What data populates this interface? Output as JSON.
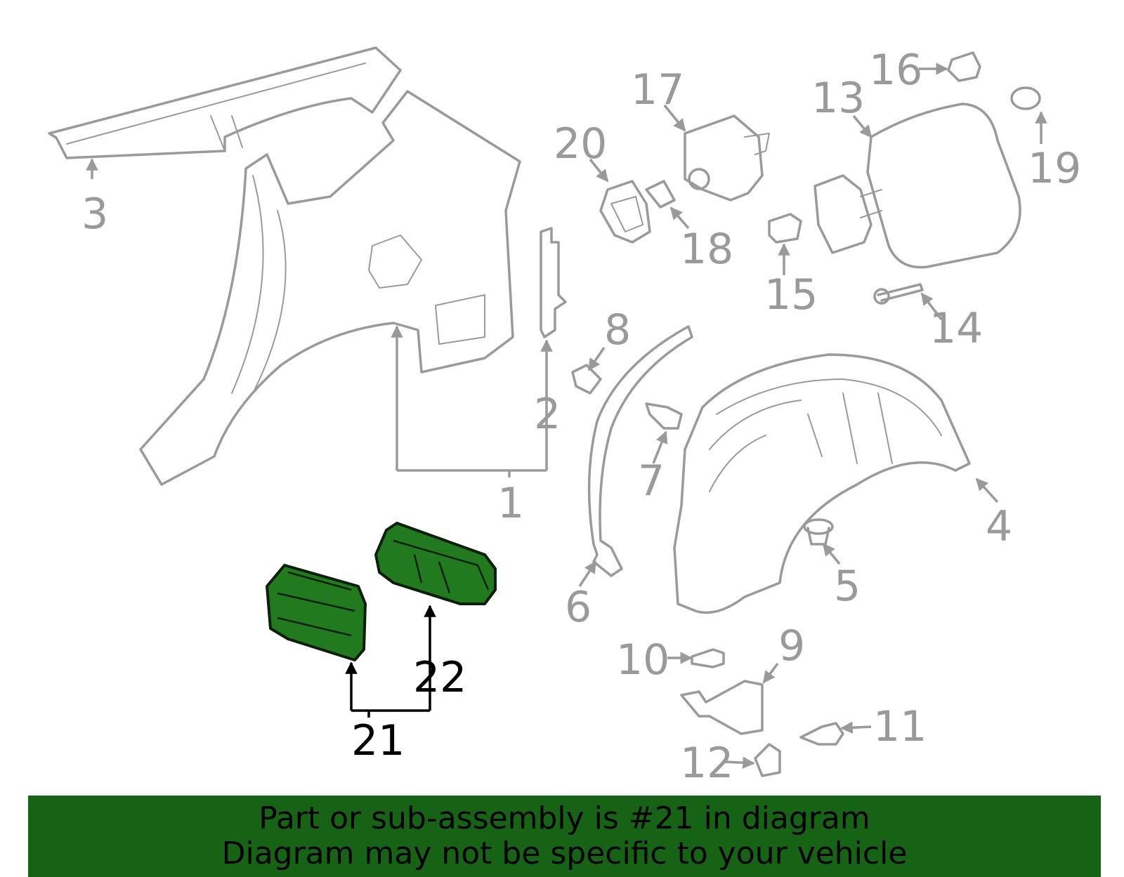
{
  "callouts": {
    "c1": "1",
    "c2": "2",
    "c3": "3",
    "c4": "4",
    "c5": "5",
    "c6": "6",
    "c7": "7",
    "c8": "8",
    "c9": "9",
    "c10": "10",
    "c11": "11",
    "c12": "12",
    "c13": "13",
    "c14": "14",
    "c15": "15",
    "c16": "16",
    "c17": "17",
    "c18": "18",
    "c19": "19",
    "c20": "20",
    "c21": "21",
    "c22": "22"
  },
  "highlight": {
    "part_number": "21",
    "color": "#217a1e"
  },
  "banner": {
    "line1": "Part or sub-assembly is #21 in diagram",
    "line2": "Diagram may not be specific to your vehicle",
    "background": "#176316"
  }
}
